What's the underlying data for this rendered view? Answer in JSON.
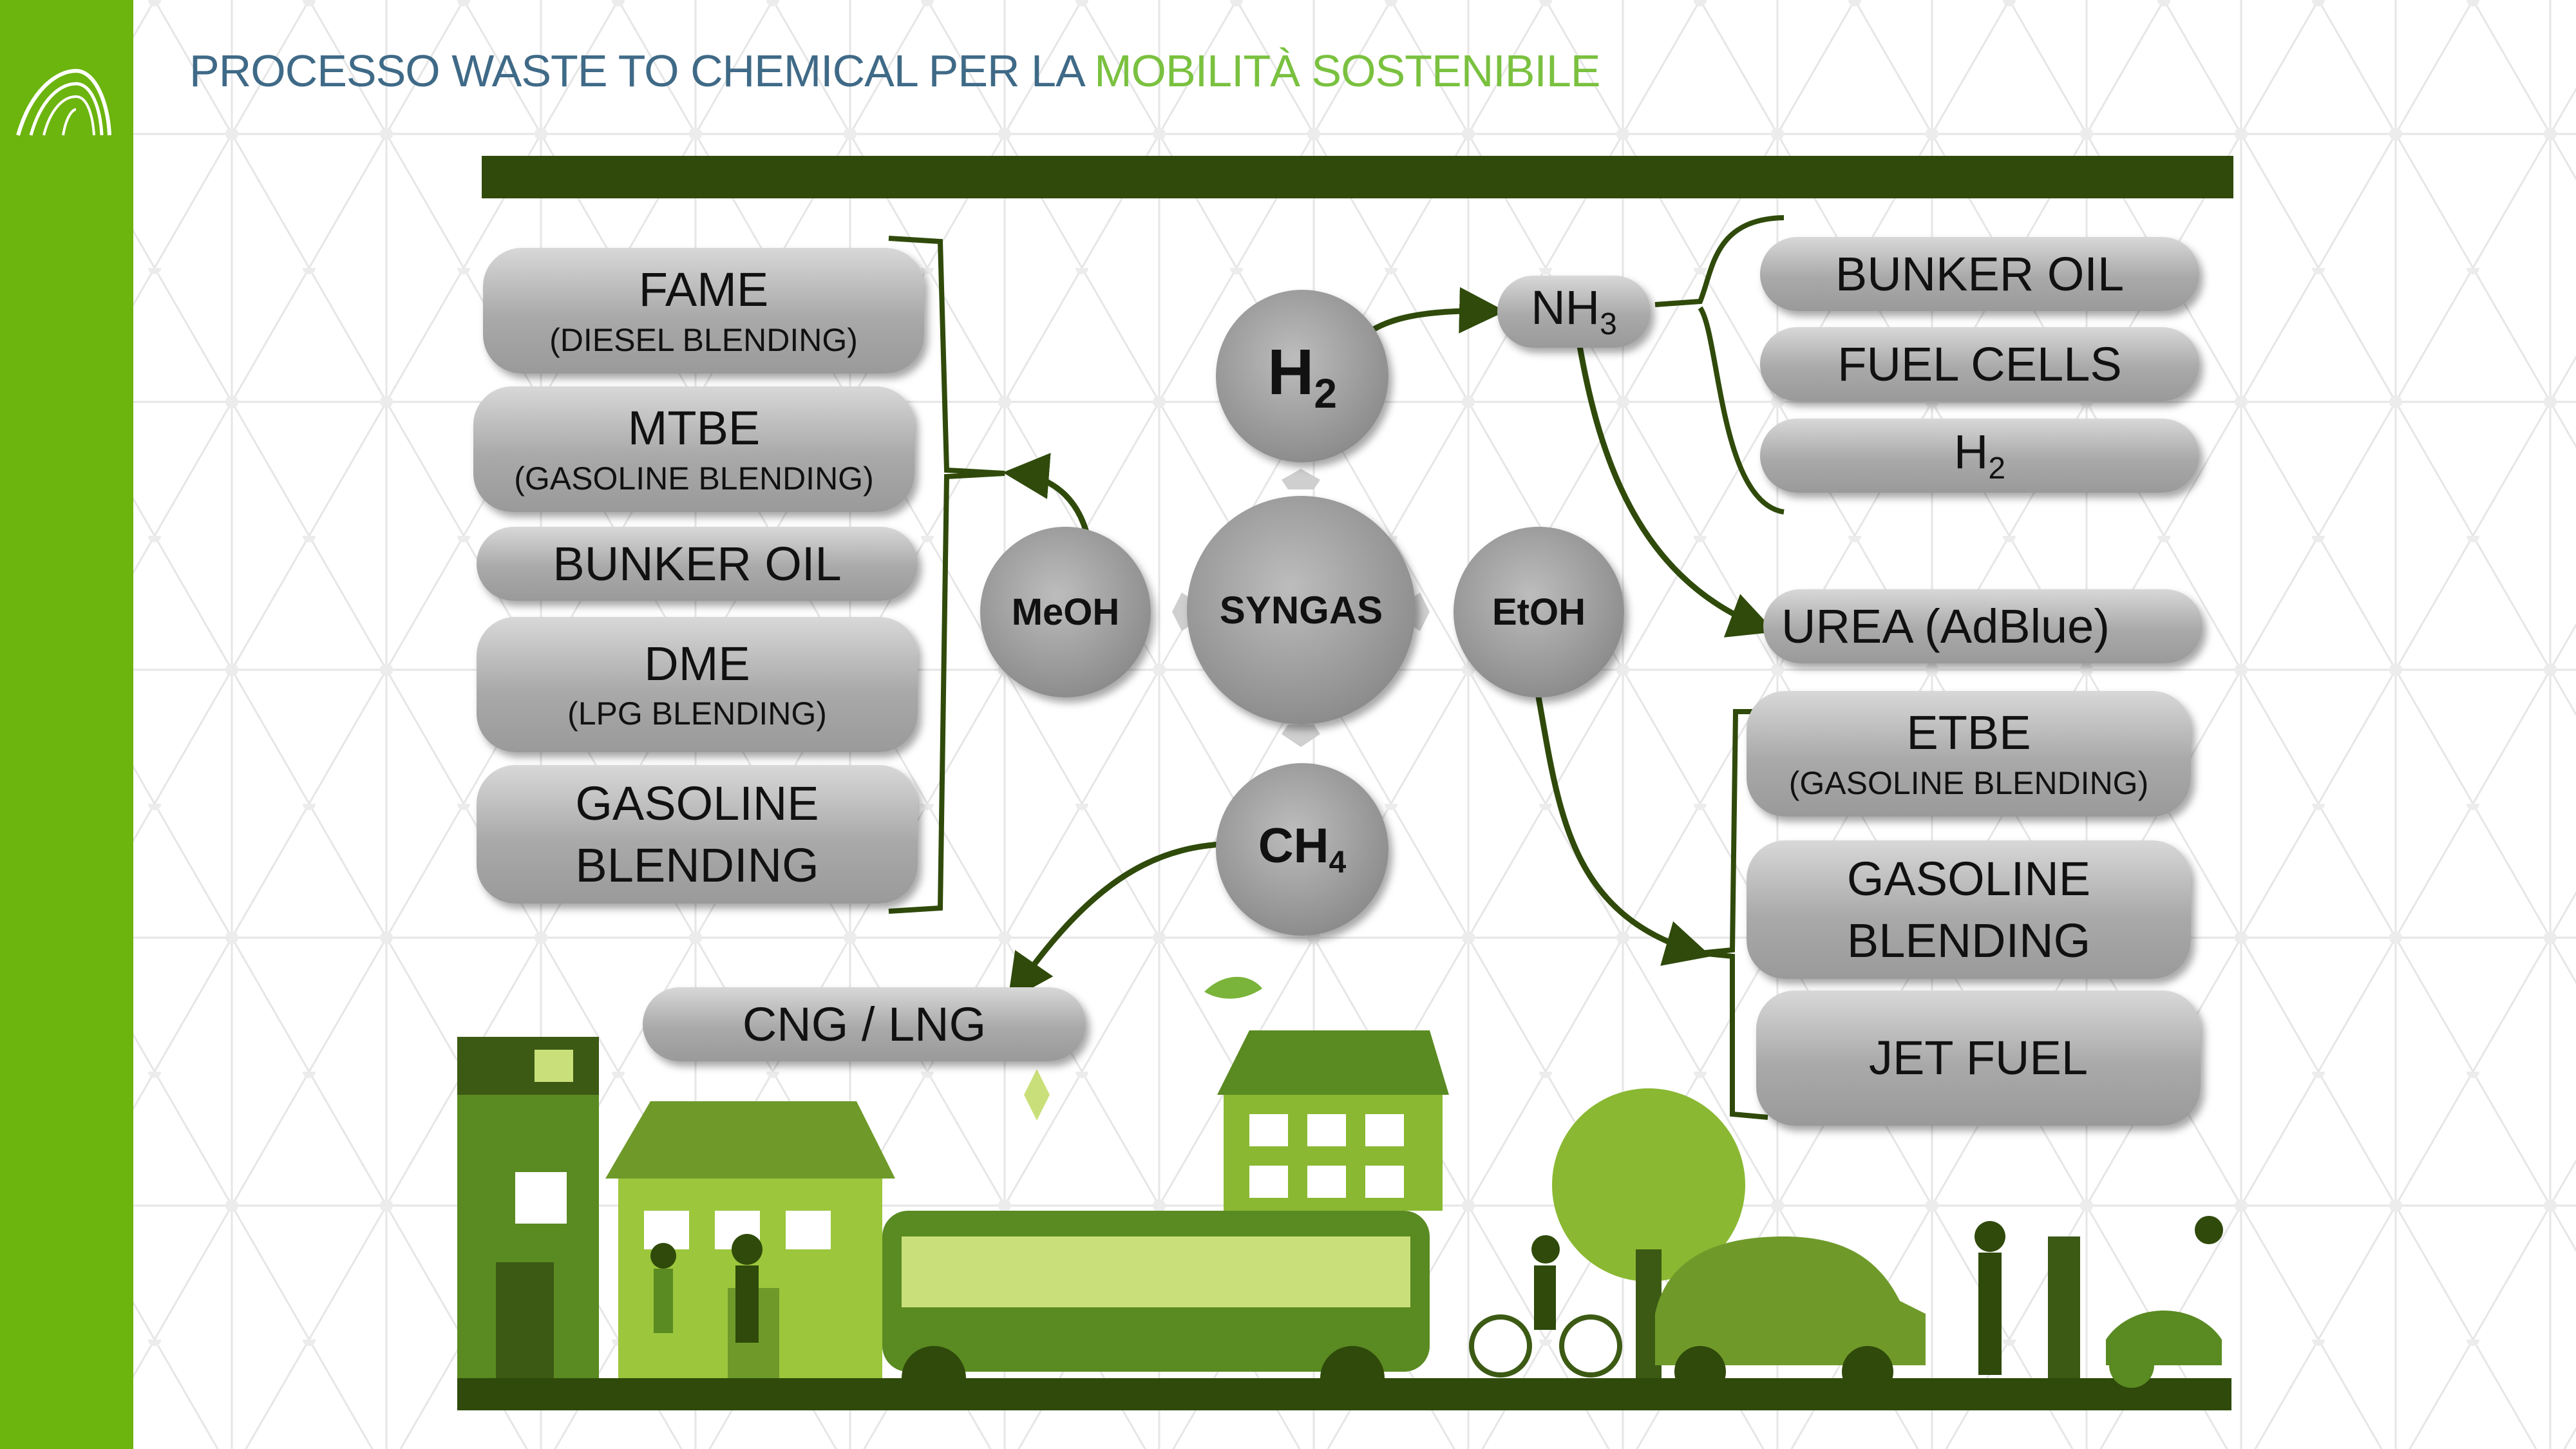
{
  "title": {
    "part1": "PROCESSO WASTE TO CHEMICAL PER LA ",
    "part2": "MOBILITÀ SOSTENIBILE"
  },
  "colors": {
    "sidebar": "#6cb40e",
    "title": "#3f6a87",
    "title_accent": "#7ac13f",
    "dark_green": "#2f4a0a",
    "pill": "#a9a9a9"
  },
  "center": {
    "syngas": "SYNGAS",
    "h2": "H",
    "h2_sub": "2",
    "ch4": "CH",
    "ch4_sub": "4",
    "meoh": "MeOH",
    "etoh": "EtOH"
  },
  "nh3": {
    "label": "NH",
    "sub": "3"
  },
  "left_products": [
    {
      "main": "FAME",
      "sub": "(DIESEL BLENDING)"
    },
    {
      "main": "MTBE",
      "sub": "(GASOLINE BLENDING)"
    },
    {
      "main": "BUNKER OIL",
      "sub": ""
    },
    {
      "main": "DME",
      "sub": "(LPG BLENDING)"
    },
    {
      "main": "GASOLINE",
      "main2": "BLENDING"
    }
  ],
  "nh3_products": [
    {
      "main": "BUNKER OIL"
    },
    {
      "main": "FUEL CELLS"
    },
    {
      "main": "H",
      "sub": "2"
    }
  ],
  "urea": "UREA (AdBlue)",
  "etoh_products": [
    {
      "main": "ETBE",
      "sub": "(GASOLINE BLENDING)"
    },
    {
      "main": "GASOLINE",
      "main2": "BLENDING"
    },
    {
      "main": "JET FUEL"
    }
  ],
  "cng": "CNG / LNG",
  "icons": {
    "logo": "arch-logo",
    "city": "sustainable-city-illustration"
  }
}
